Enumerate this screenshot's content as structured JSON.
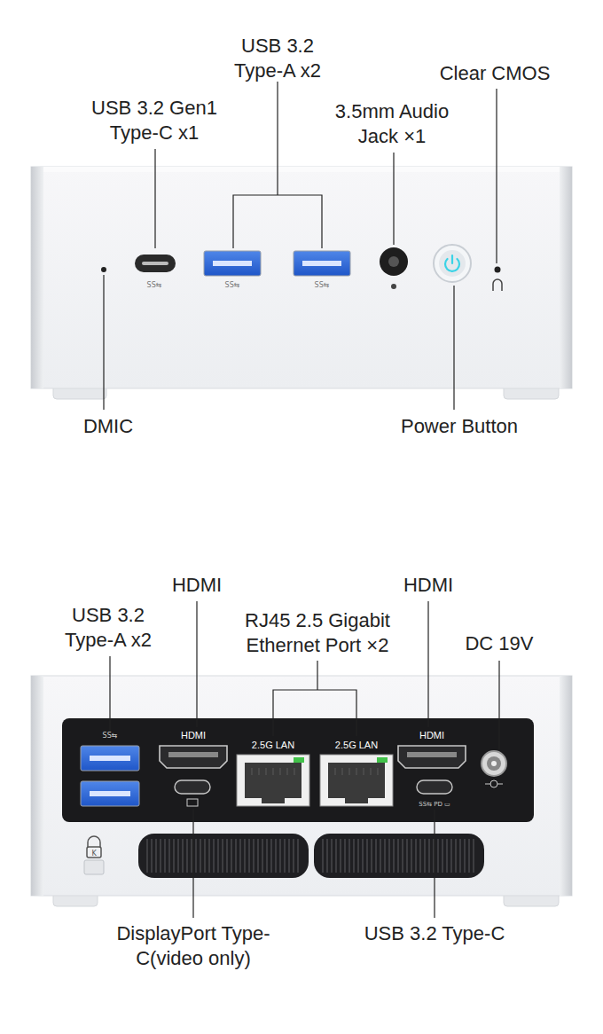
{
  "diagram": {
    "labels": [
      "USB 3.2 Type-A x2",
      "Clear CMOS",
      "USB 3.2 Gen1 Type-C x1",
      "3.5mm Audio Jack ×1",
      "DMIC",
      "Power Button",
      "HDMI",
      "HDMI",
      "USB 3.2 Type-A x2",
      "RJ45 2.5 Gigabit Ethernet Port ×2",
      "DC 19V",
      "HDMI",
      "2.5G LAN",
      "2.5G LAN",
      "HDMI",
      "DisplayPort Type-C(video only)",
      "USB 3.2 Type-C"
    ]
  }
}
